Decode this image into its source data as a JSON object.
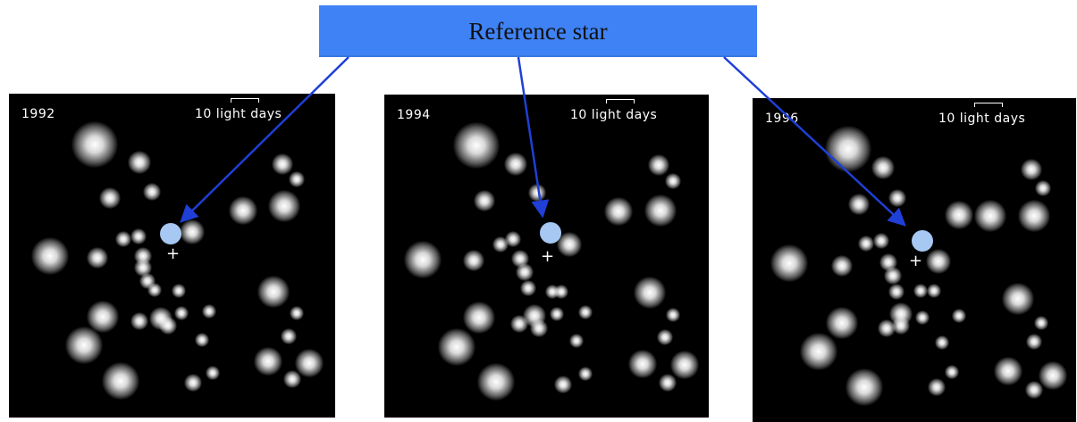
{
  "banner": {
    "label": "Reference star"
  },
  "panels": [
    {
      "year": "1992",
      "scale_label": "10 light days"
    },
    {
      "year": "1994",
      "scale_label": "10 light days"
    },
    {
      "year": "1996",
      "scale_label": "10 light days"
    }
  ],
  "colors": {
    "banner": "#3f82f5",
    "arrow": "#1f3fd6",
    "reference_star": "#a6c8f2",
    "panel_background": "#000000"
  }
}
